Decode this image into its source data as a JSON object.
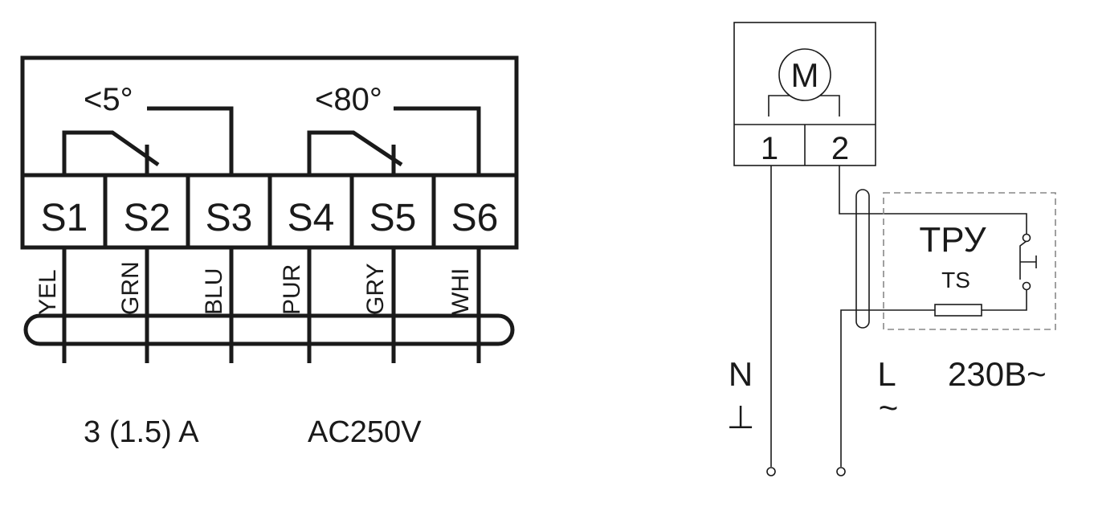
{
  "switch_block": {
    "contacts": [
      {
        "threshold": "<5°"
      },
      {
        "threshold": "<80°"
      }
    ],
    "terminals": [
      "S1",
      "S2",
      "S3",
      "S4",
      "S5",
      "S6"
    ],
    "wire_colors": [
      "YEL",
      "GRN",
      "BLU",
      "PUR",
      "GRY",
      "WHI"
    ],
    "rating_current": "3 (1.5) A",
    "rating_voltage": "AC250V"
  },
  "motor_circuit": {
    "motor_label": "M",
    "terminals": [
      "1",
      "2"
    ],
    "device_label": "ТРУ",
    "device_sublabel": "TS",
    "neutral_label": "N",
    "neutral_symbol": "⊥",
    "line_label": "L",
    "line_symbol": "~",
    "supply_label": "230В~"
  },
  "colors": {
    "line": "#1a1a1a",
    "dashed_box": "#888888"
  }
}
